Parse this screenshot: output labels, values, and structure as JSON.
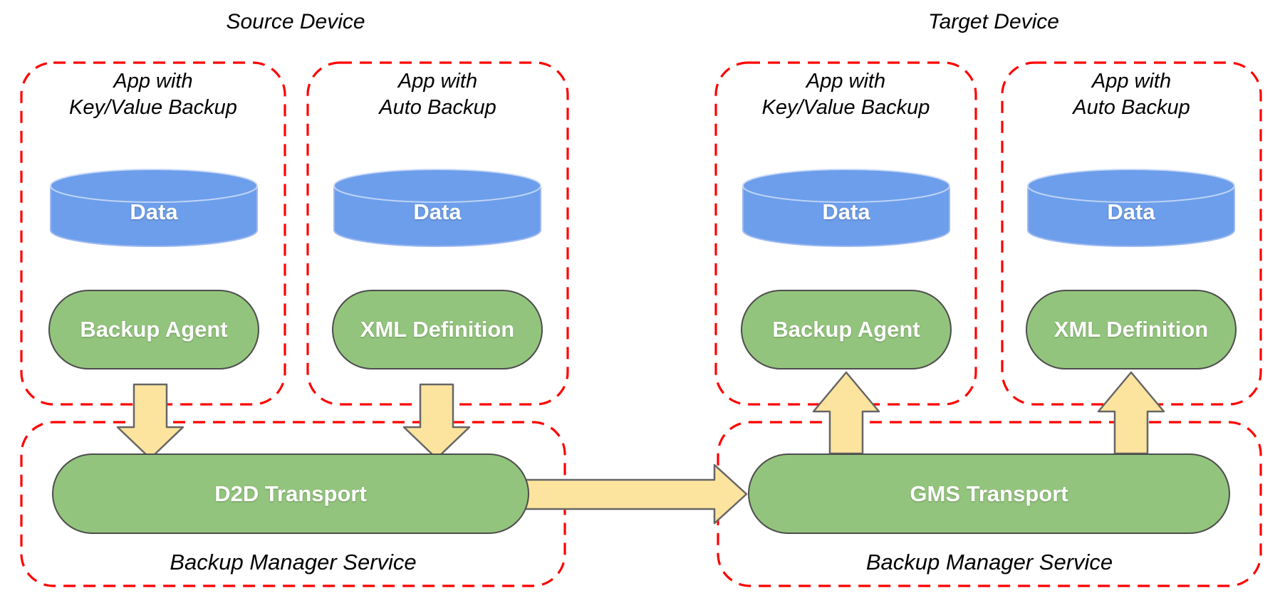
{
  "titles": {
    "source": "Source Device",
    "target": "Target Device"
  },
  "apps": [
    {
      "line1": "App with",
      "line2": "Key/Value Backup",
      "data_label": "Data",
      "component": "Backup Agent"
    },
    {
      "line1": "App with",
      "line2": "Auto Backup",
      "data_label": "Data",
      "component": "XML Definition"
    },
    {
      "line1": "App with",
      "line2": "Key/Value Backup",
      "data_label": "Data",
      "component": "Backup Agent"
    },
    {
      "line1": "App with",
      "line2": "Auto Backup",
      "data_label": "Data",
      "component": "XML Definition"
    }
  ],
  "services": [
    {
      "transport": "D2D Transport",
      "label": "Backup Manager Service"
    },
    {
      "transport": "GMS Transport",
      "label": "Backup Manager Service"
    }
  ],
  "colors": {
    "dashed_border": "#ff0000",
    "cylinder_fill": "#6d9eeb",
    "cylinder_stroke": "#9db9f0",
    "pill_fill": "#93c47d",
    "pill_stroke": "#4d4d4d",
    "arrow_fill": "#fce49e",
    "arrow_stroke": "#666666",
    "label_color": "#000000",
    "shape_text_color": "#ffffff"
  }
}
